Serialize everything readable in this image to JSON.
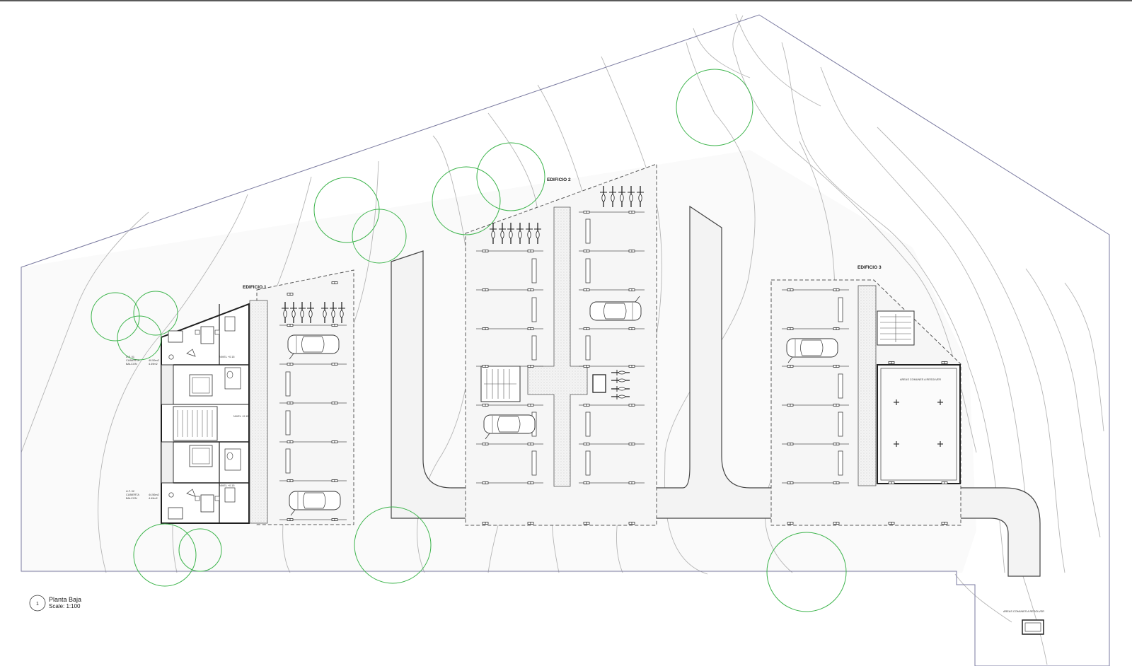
{
  "plan": {
    "title": "Planta Baja",
    "scale": "Scale: 1:100",
    "view_number": "1"
  },
  "buildings": {
    "b1": "EDIFICIO 1",
    "b2": "EDIFICIO 2",
    "b3": "EDIFICIO 3"
  },
  "units": {
    "uf01": {
      "name": "U.F. 01",
      "cubierta_label": "CUBIERTA",
      "cubierta_value": "40.59m2",
      "balcon_label": "BALCON",
      "balcon_value": "4.49m2"
    },
    "uf02": {
      "name": "U.F. 02",
      "cubierta_label": "CUBIERTA",
      "cubierta_value": "44.56m2",
      "balcon_label": "BALCON",
      "balcon_value": "4.49m2"
    }
  },
  "levels": {
    "n1": "NIVEL +0.15",
    "n2": "NIVEL +0.15",
    "n3": "NIVEL +0.15"
  },
  "areas": {
    "common_b3": "AREAS COMUNES A RESOLVER",
    "common_entry": "AREAS COMUNES A RESOLVER"
  },
  "colors": {
    "line": "#4a4a4a",
    "site": "#7a7aa0",
    "contour": "#b5b5b5",
    "tree": "#3cb44b",
    "paving": "#f1f1f1",
    "wall": "#2b2b2b"
  }
}
